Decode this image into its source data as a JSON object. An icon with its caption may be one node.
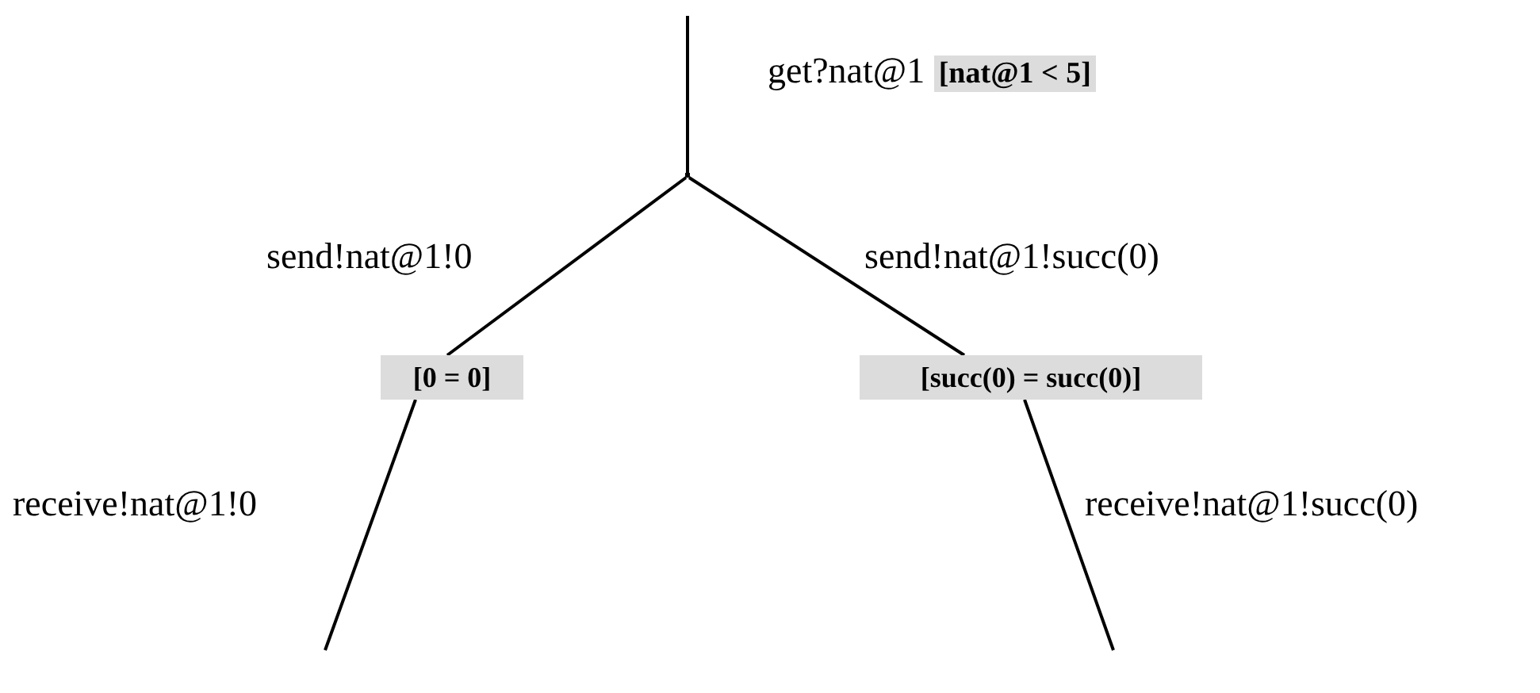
{
  "diagram": {
    "nodes": [
      {
        "text": [],
        "shape": "point"
      },
      {
        "text": [
          "[0 = 0]"
        ]
      },
      {
        "text": [
          "[succ(0) = succ(0)]"
        ]
      }
    ],
    "edges": [
      {
        "from": null,
        "to": 0,
        "arrow": "none",
        "label": "get?nat@1 **[nat@1 < 5]**"
      },
      {
        "from": 0,
        "to": 1,
        "arrow": "none",
        "label": "send!nat@1!0"
      },
      {
        "from": 0,
        "to": 2,
        "arrow": "none",
        "label": "send!nat@1!succ(0)"
      },
      {
        "from": 1,
        "to": null,
        "arrow": "none",
        "label": "receive!nat@1!0"
      },
      {
        "from": 2,
        "to": null,
        "arrow": "none",
        "label": "receive!nat@1!succ(0)"
      }
    ]
  }
}
